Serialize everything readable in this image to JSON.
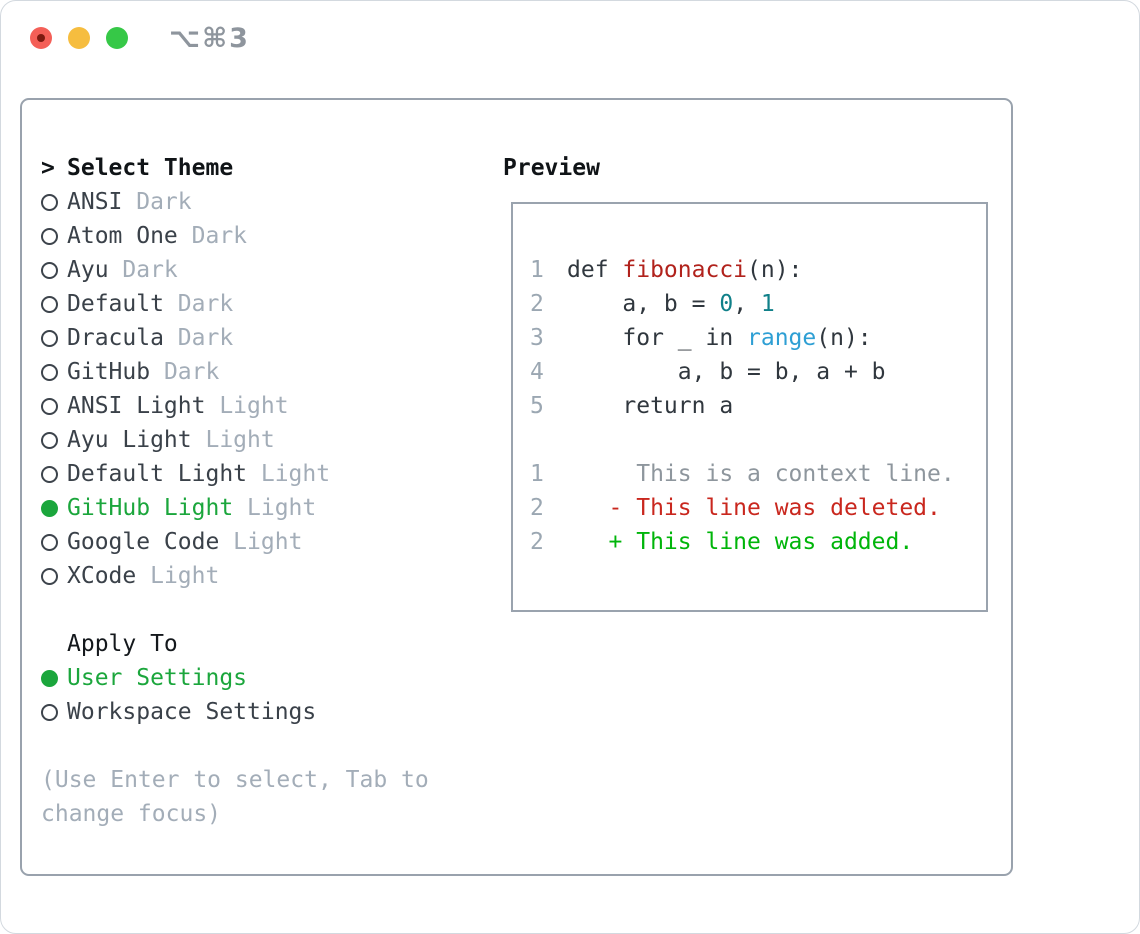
{
  "window": {
    "titlebar": {
      "shortcut": "⌥⌘3"
    }
  },
  "colors": {
    "selected_green": "#1ba63c",
    "added_green": "#00b50a",
    "deleted_red": "#c9271e",
    "function_red": "#b1221c",
    "literal_teal": "#108089",
    "builtin_blue": "#2e9fd4",
    "muted_gray": "#a3adb8",
    "border_gray": "#99a2ad"
  },
  "theme_picker": {
    "title_prefix": ">",
    "title": "Select Theme",
    "items": [
      {
        "name": "ANSI",
        "variant": "Dark",
        "selected": false
      },
      {
        "name": "Atom One",
        "variant": "Dark",
        "selected": false
      },
      {
        "name": "Ayu",
        "variant": "Dark",
        "selected": false
      },
      {
        "name": "Default",
        "variant": "Dark",
        "selected": false
      },
      {
        "name": "Dracula",
        "variant": "Dark",
        "selected": false
      },
      {
        "name": "GitHub",
        "variant": "Dark",
        "selected": false
      },
      {
        "name": "ANSI Light",
        "variant": "Light",
        "selected": false
      },
      {
        "name": "Ayu Light",
        "variant": "Light",
        "selected": false
      },
      {
        "name": "Default Light",
        "variant": "Light",
        "selected": false
      },
      {
        "name": "GitHub Light",
        "variant": "Light",
        "selected": true
      },
      {
        "name": "Google Code",
        "variant": "Light",
        "selected": false
      },
      {
        "name": "XCode",
        "variant": "Light",
        "selected": false
      }
    ],
    "apply_to": {
      "title": "Apply To",
      "options": [
        {
          "name": "User Settings",
          "selected": true
        },
        {
          "name": "Workspace Settings",
          "selected": false
        }
      ]
    },
    "hint_lines": [
      "(Use Enter to select, Tab to",
      "change focus)"
    ]
  },
  "preview": {
    "title": "Preview",
    "code_lines": [
      {
        "num": "1",
        "segments": [
          {
            "t": "def ",
            "c": "code"
          },
          {
            "t": "fibonacci",
            "c": "func"
          },
          {
            "t": "(n):",
            "c": "code"
          }
        ]
      },
      {
        "num": "2",
        "segments": [
          {
            "t": "    a, b = ",
            "c": "code"
          },
          {
            "t": "0",
            "c": "num"
          },
          {
            "t": ", ",
            "c": "code"
          },
          {
            "t": "1",
            "c": "num"
          }
        ]
      },
      {
        "num": "3",
        "segments": [
          {
            "t": "    for _ in ",
            "c": "code"
          },
          {
            "t": "range",
            "c": "builtin"
          },
          {
            "t": "(n):",
            "c": "code"
          }
        ]
      },
      {
        "num": "4",
        "segments": [
          {
            "t": "        a, b = b, a + b",
            "c": "code"
          }
        ]
      },
      {
        "num": "5",
        "segments": [
          {
            "t": "    return a",
            "c": "code"
          }
        ]
      },
      {
        "num": "",
        "segments": []
      },
      {
        "num": "1",
        "segments": [
          {
            "t": "     This is a context line.",
            "c": "context"
          }
        ]
      },
      {
        "num": "2",
        "segments": [
          {
            "t": "   - This line was deleted.",
            "c": "deleted"
          }
        ]
      },
      {
        "num": "2",
        "segments": [
          {
            "t": "   + This line was added.",
            "c": "added"
          }
        ]
      }
    ]
  }
}
